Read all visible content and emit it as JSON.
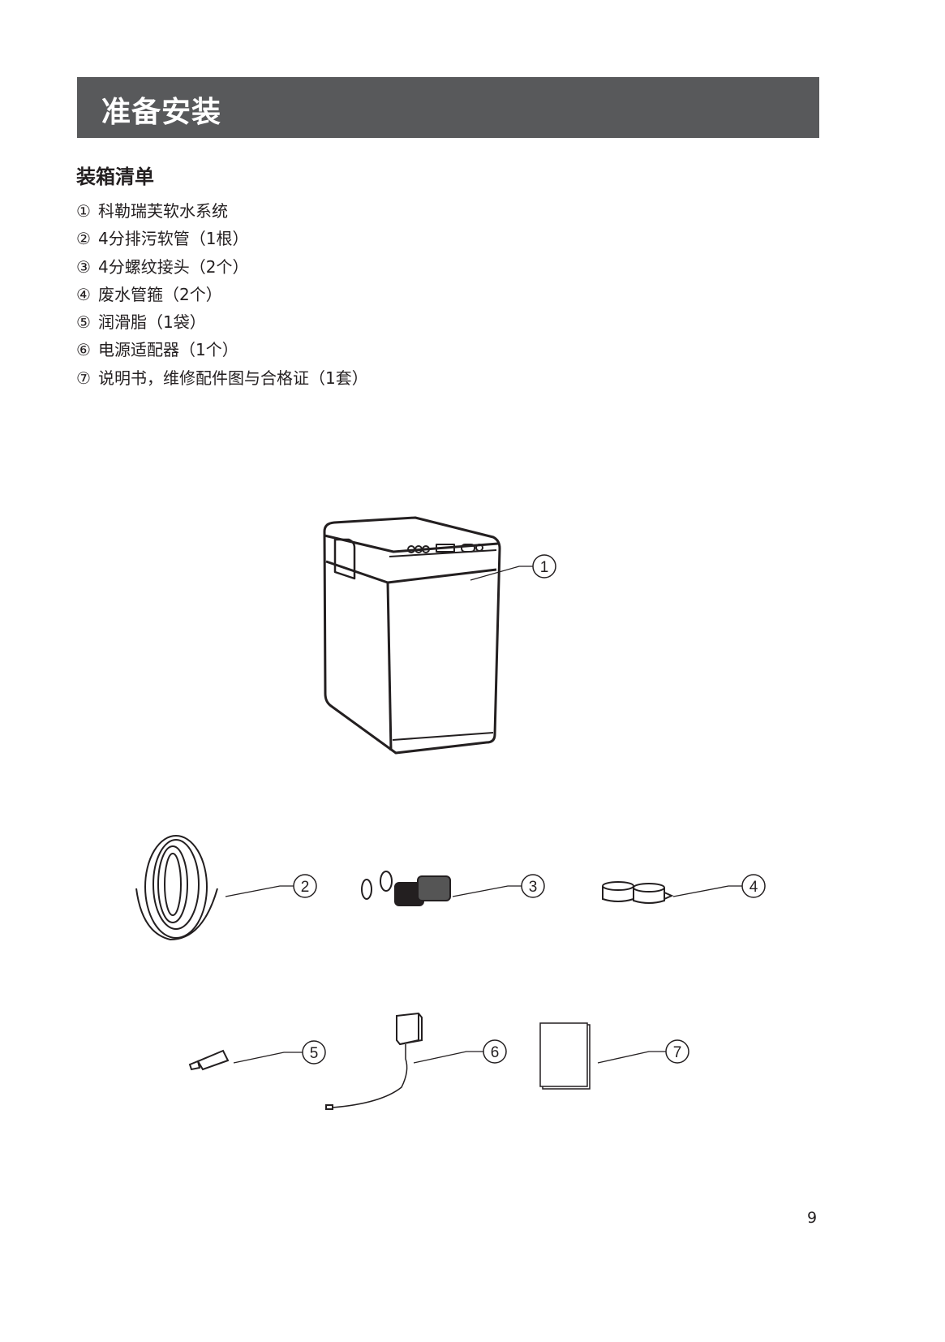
{
  "header": {
    "title": "准备安装"
  },
  "section": {
    "title": "装箱清单"
  },
  "items": [
    {
      "num": "①",
      "text": "科勒瑞芙软水系统"
    },
    {
      "num": "②",
      "text": "4分排污软管（1根）"
    },
    {
      "num": "③",
      "text": "4分螺纹接头（2个）"
    },
    {
      "num": "④",
      "text": "废水管箍（2个）"
    },
    {
      "num": "⑤",
      "text": "润滑脂（1袋）"
    },
    {
      "num": "⑥",
      "text": "电源适配器（1个）"
    },
    {
      "num": "⑦",
      "text": "说明书，维修配件图与合格证（1套）"
    }
  ],
  "callouts": [
    "1",
    "2",
    "3",
    "4",
    "5",
    "6",
    "7"
  ],
  "footer": {
    "page_number": "9"
  },
  "colors": {
    "banner": "#58595b",
    "text": "#231f20"
  }
}
